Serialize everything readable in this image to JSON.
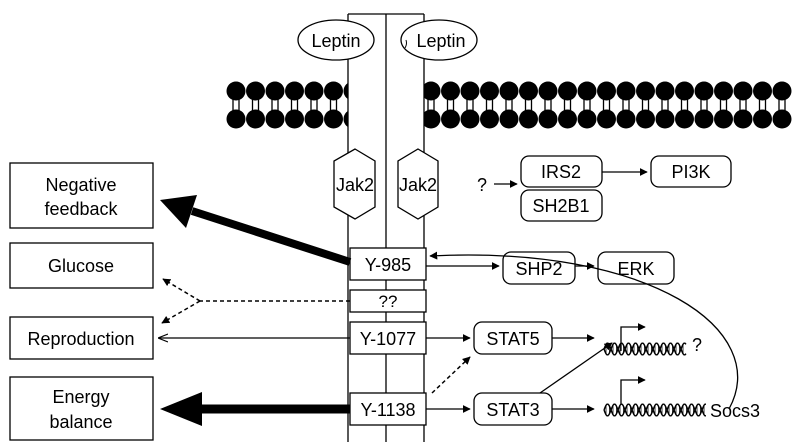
{
  "ligands": [
    "Leptin",
    "Leptin"
  ],
  "kinases": [
    "Jak2",
    "Jak2"
  ],
  "outcomes": {
    "negative_feedback": [
      "Negative",
      "feedback"
    ],
    "glucose": "Glucose",
    "reproduction": "Reproduction",
    "energy_balance": [
      "Energy",
      "balance"
    ]
  },
  "residues": {
    "y985": "Y-985",
    "unknown": "??",
    "y1077": "Y-1077",
    "y1138": "Y-1138"
  },
  "signaling": {
    "unknown_input": "?",
    "irs2": "IRS2",
    "sh2b1": "SH2B1",
    "pi3k": "PI3K",
    "shp2": "SHP2",
    "erk": "ERK",
    "stat5": "STAT5",
    "stat3": "STAT3"
  },
  "genes": {
    "unknown_target": "?",
    "socs3": "Socs3"
  },
  "colors": {
    "stroke": "#000000",
    "membrane_head": "#000000",
    "background": "#ffffff"
  }
}
